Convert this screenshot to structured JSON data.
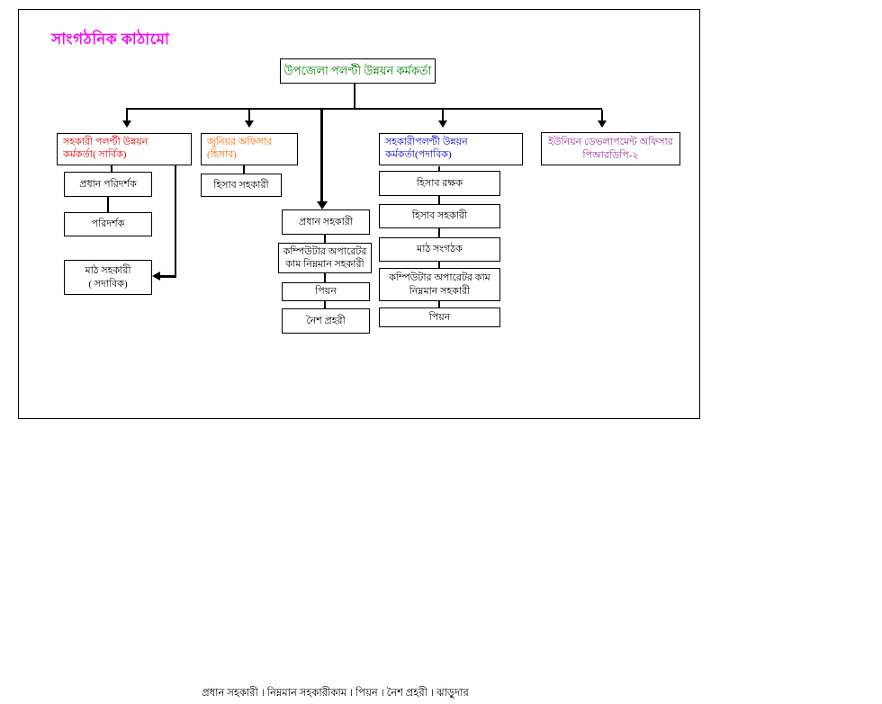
{
  "page": {
    "title": "সাংগঠনিক কাঠামো",
    "title_color": "#FF00FF"
  },
  "org_chart": {
    "root": {
      "label": "উপজেলা পলণ্টী উন্নয়ন কর্মকর্তা",
      "color": "#008000"
    },
    "level2": [
      {
        "line1": "সহকারী পলণ্টী উন্নয়ন",
        "line2": "কর্মকর্তা( সার্বিক)",
        "color": "#DD0000"
      },
      {
        "line1": "জুনিয়র অফিসার (হিসাব)",
        "line2": "",
        "color": "#FF6600"
      },
      {
        "line1": "সহকারীপলণ্টী উন্নয়ন",
        "line2": "কর্মকর্তা(পদাবিক)",
        "color": "#0000CC"
      },
      {
        "line1": "ইউনিয়ন ডেভলাপমেন্ট অফিসার",
        "line2": "পিআরডিপি-২",
        "color": "#993399"
      }
    ],
    "sarbik_column": {
      "chief_inspector": "প্রধান পরিদর্শক",
      "inspector": "পরিদর্শক",
      "field_assistant": {
        "line1": "মাঠ সহকারী",
        "line2": "( সদাবিক)"
      }
    },
    "accounts_branch": {
      "accounts_assistant": "হিসাব সহকারী"
    },
    "central_column": [
      {
        "line1": "প্রধান সহকারী",
        "line2": ""
      },
      {
        "line1": "কম্পিউটার অপারেটর",
        "line2": "কাম নিম্নমান সহকারী"
      },
      {
        "line1": "পিয়ন",
        "line2": ""
      },
      {
        "line1": "নৈশ প্রহরী",
        "line2": ""
      }
    ],
    "padabik_column": [
      {
        "line1": "হিসাব রক্ষক",
        "line2": ""
      },
      {
        "line1": "হিসাব সহকারী",
        "line2": ""
      },
      {
        "line1": "মাঠ সংগঠক",
        "line2": ""
      },
      {
        "line1": "কম্পিউটার অপারেটর কাম",
        "line2": "নিম্নমান সহকারী"
      },
      {
        "line1": "পিয়ন",
        "line2": ""
      }
    ]
  },
  "footer": {
    "text": "প্রধান সহকারী । নিম্নমান সহকারীকাম । পিয়ন    ।   নৈশ প্রহরী ।  ঝাড়ুদার"
  }
}
